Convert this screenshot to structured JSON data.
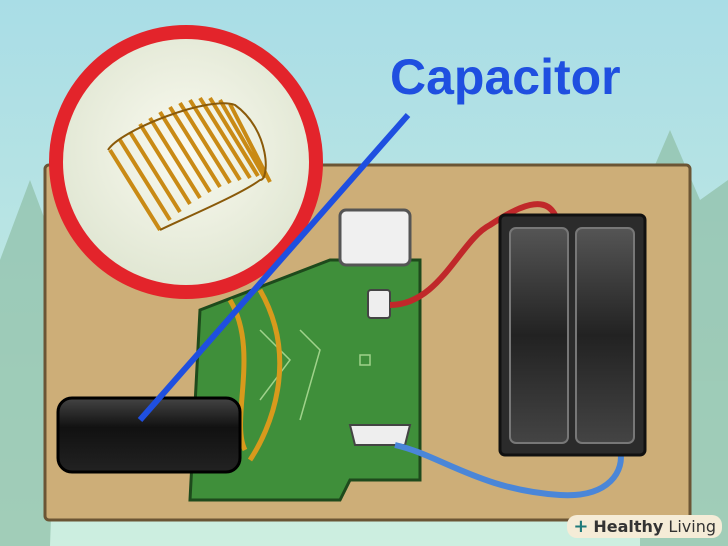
{
  "illustration": {
    "label": "Capacitor",
    "watermark": {
      "brand_bold": "Healthy",
      "brand_light": "Living"
    },
    "colors": {
      "label": "#1f4fe0",
      "circle": "#e3242b",
      "board": "#cdae78",
      "pcb": "#3f8f3a",
      "coil": "#d89a1c",
      "pointer": "#1f4fe0"
    }
  }
}
